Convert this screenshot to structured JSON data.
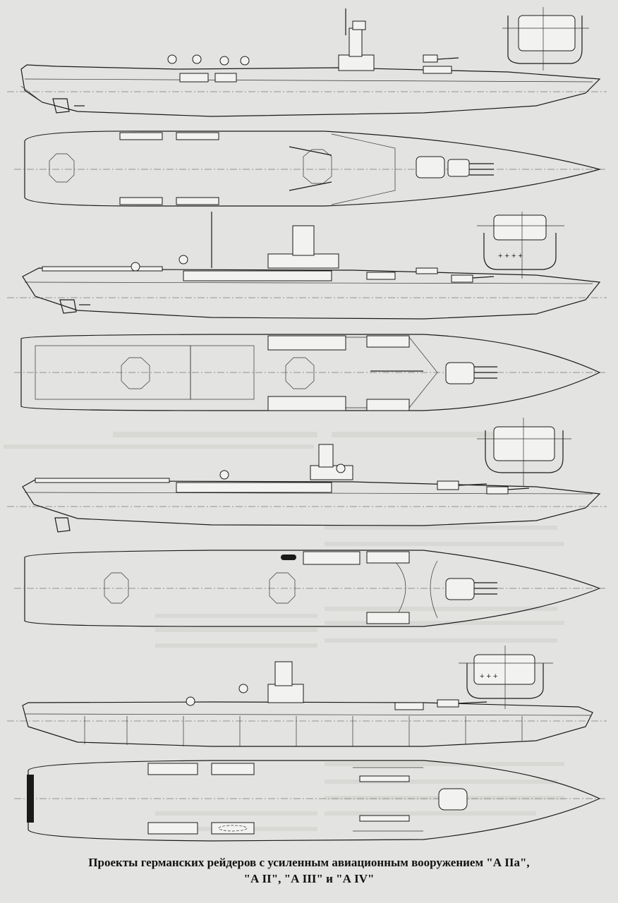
{
  "caption": {
    "line1": "Проекты германских рейдеров с усиленным авиационным вооружением \"А IIa\",",
    "line2": "\"А II\", \"А III\" и \"А IV\""
  },
  "drawings": [
    {
      "name": "А IIa",
      "views": [
        "profile",
        "plan",
        "section"
      ]
    },
    {
      "name": "А II",
      "views": [
        "profile",
        "plan",
        "section"
      ]
    },
    {
      "name": "А III",
      "views": [
        "profile",
        "plan",
        "section"
      ]
    },
    {
      "name": "А IV",
      "views": [
        "profile",
        "plan",
        "section"
      ]
    }
  ]
}
